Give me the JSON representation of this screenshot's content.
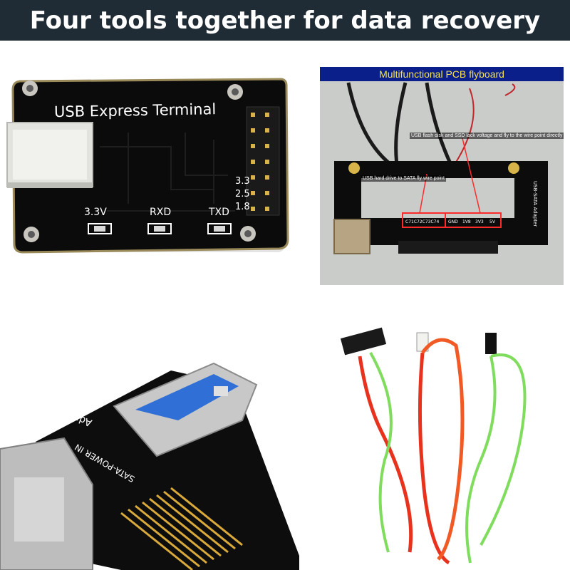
{
  "banner": {
    "title": "Four tools together for data recovery"
  },
  "terminal_board": {
    "title": "USB Express Terminal",
    "leds": [
      "3.3V",
      "RXD",
      "TXD"
    ],
    "voltages": [
      "3.3",
      "2.5",
      "1.8"
    ]
  },
  "flyboard": {
    "title": "Multifunctional PCB flyboard",
    "note_fly": "USB flash disk and SSD lack voltage and fly  to the wire point directly",
    "note_sata": "USB hard drive to SATA fly wire point",
    "side_label": "USB-SATA Adapter",
    "pads_left": "C71C72C73C74",
    "pads_right": [
      "GND",
      "1V8",
      "3V3",
      "5V"
    ]
  },
  "adapter_board": {
    "label_top": "Adapter PC",
    "label_bottom": "SATA-POWER IN"
  },
  "colors": {
    "banner_bg": "#1f2b35",
    "pcb": "#0c0c0c",
    "red_cable": "#e8321e",
    "green_cable": "#7fdc5c"
  }
}
